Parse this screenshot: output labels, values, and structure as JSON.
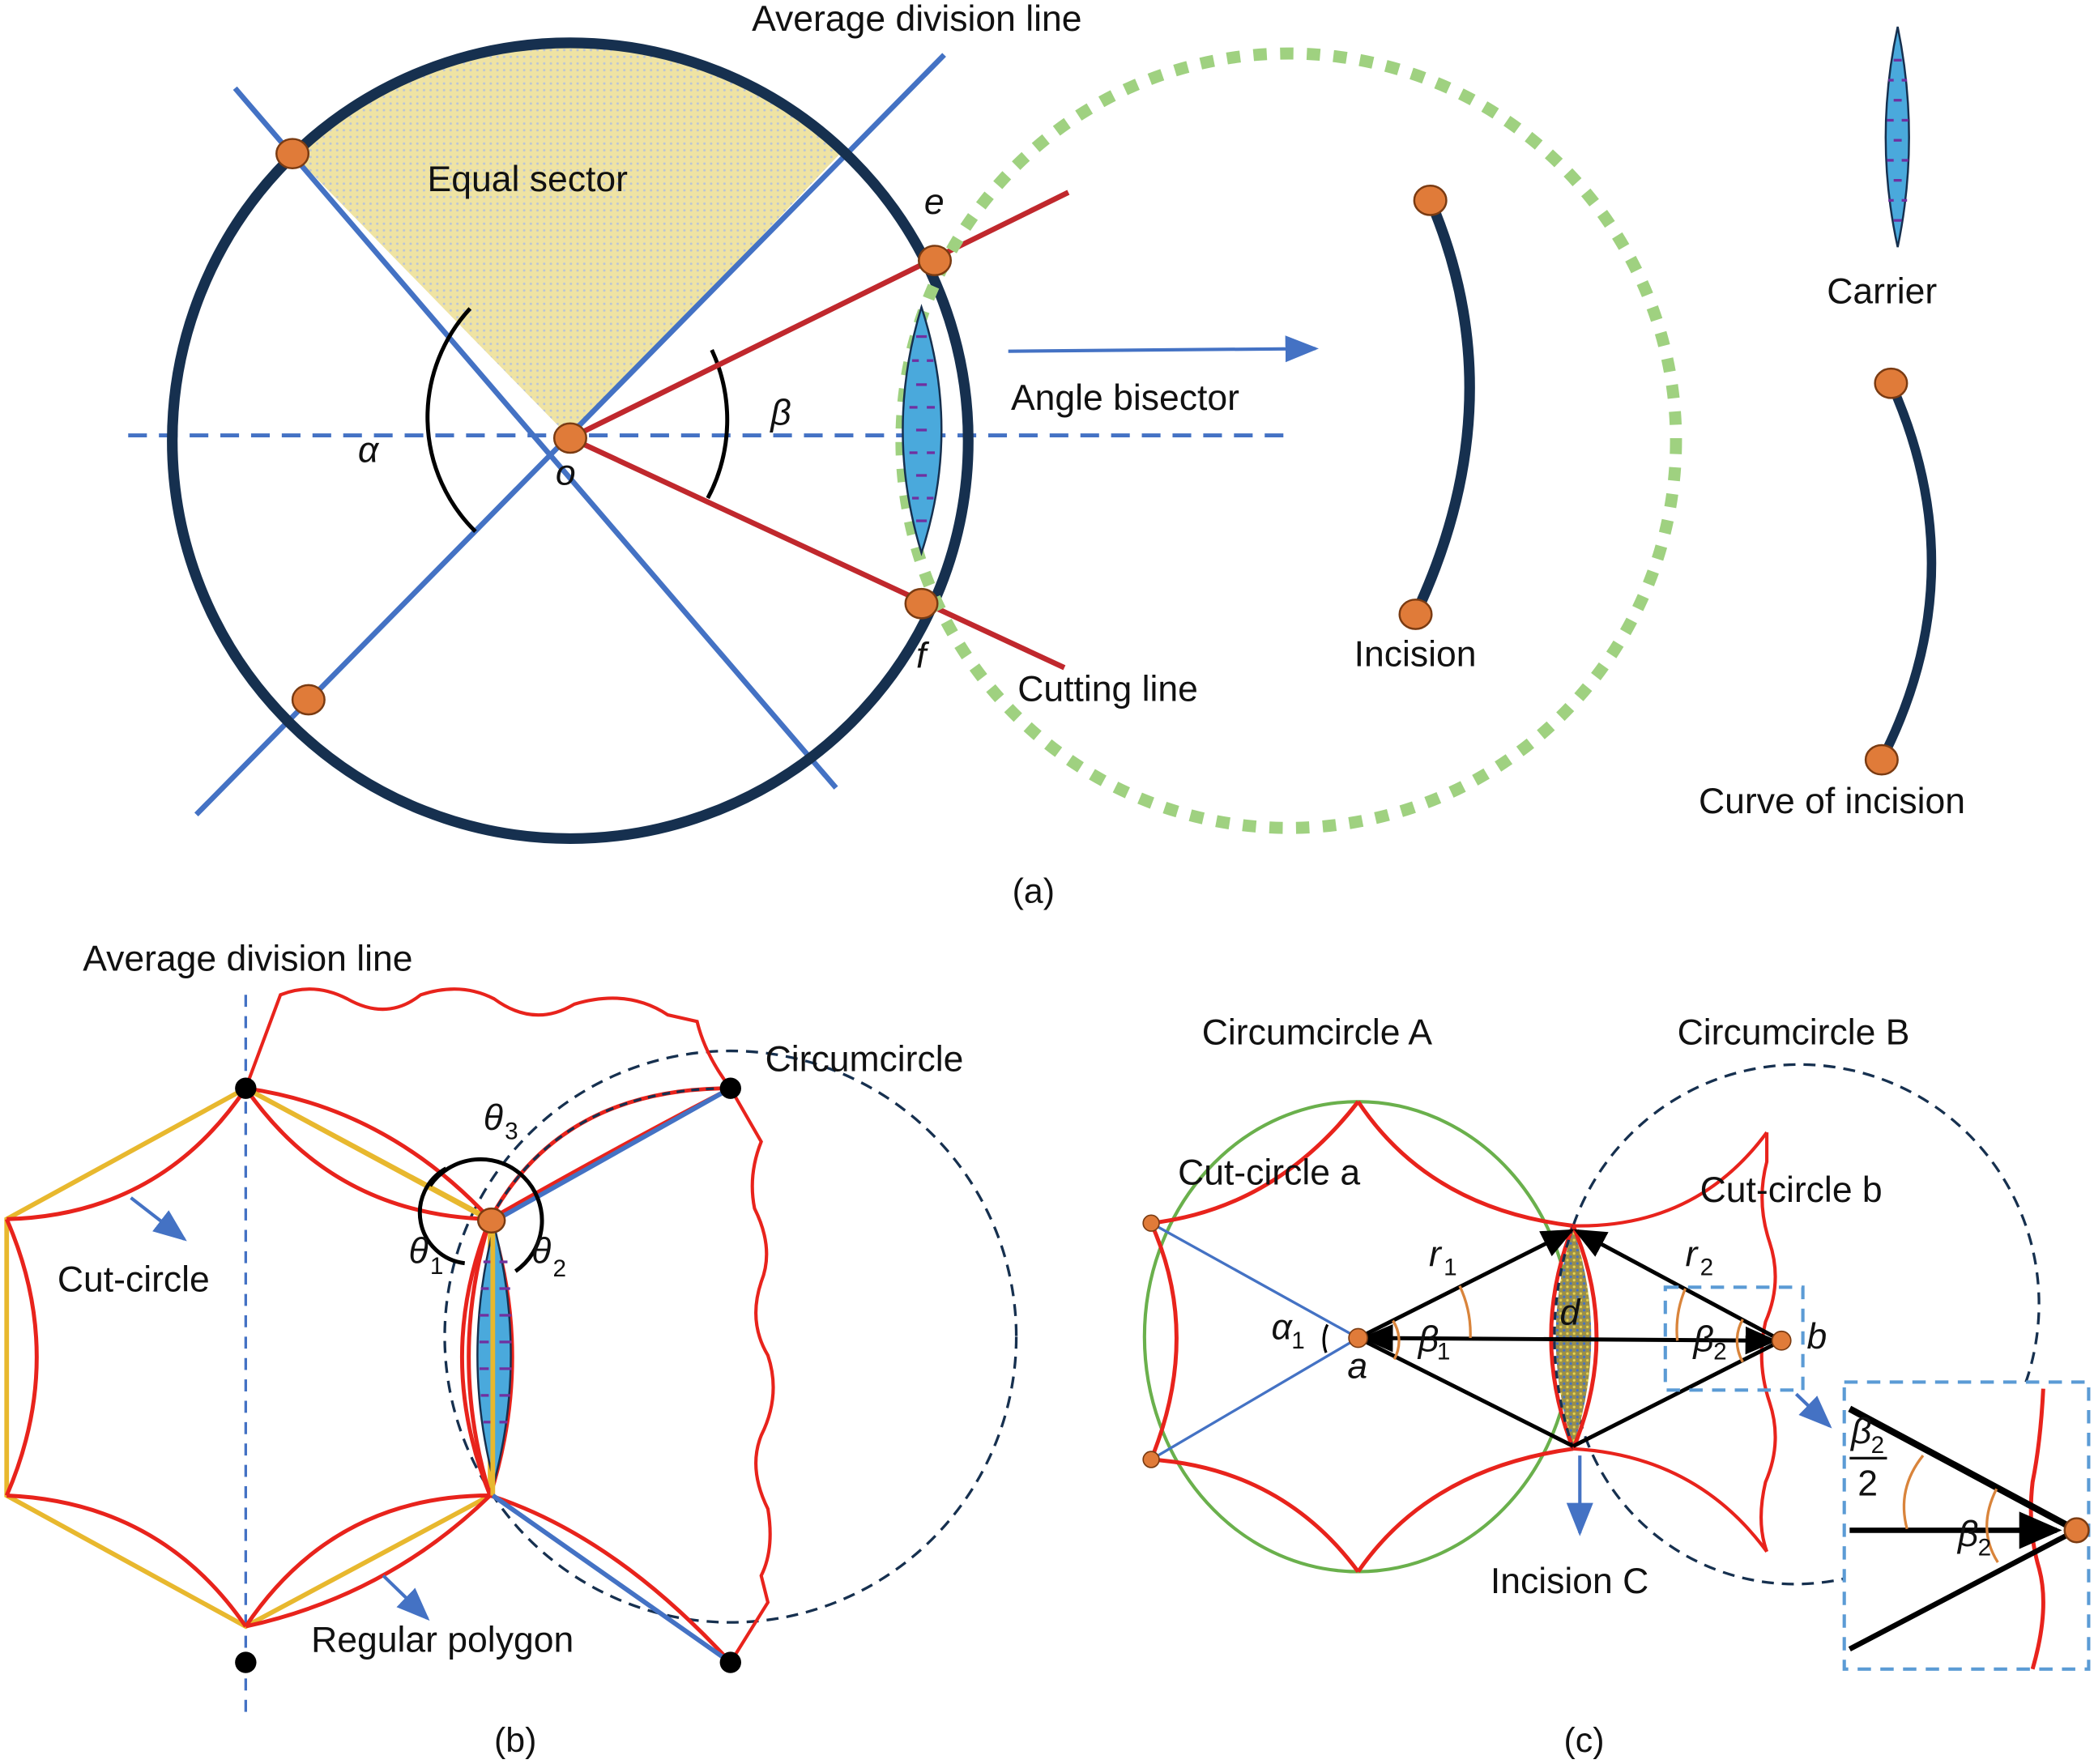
{
  "panel_a": {
    "caption": "(a)",
    "labels": {
      "average_division_line": "Average division line",
      "equal_sector": "Equal sector",
      "angle_bisector": "Angle bisector",
      "cutting_line": "Cutting line",
      "incision": "Incision",
      "carrier": "Carrier",
      "curve_of_incision": "Curve of incision"
    },
    "symbols": {
      "alpha": "α",
      "beta": "β",
      "o": "o",
      "e": "e",
      "f": "f"
    }
  },
  "panel_b": {
    "caption": "(b)",
    "labels": {
      "average_division_line": "Average division line",
      "circumcircle": "Circumcircle",
      "cut_circle": "Cut-circle",
      "regular_polygon": "Regular polygon"
    },
    "symbols": {
      "theta": "θ",
      "sub1": "1",
      "sub2": "2",
      "sub3": "3"
    }
  },
  "panel_c": {
    "caption": "(c)",
    "labels": {
      "circumcircle_a": "Circumcircle A",
      "circumcircle_b": "Circumcircle B",
      "cut_circle_a": "Cut-circle a",
      "cut_circle_b": "Cut-circle b",
      "incision_c": "Incision C"
    },
    "symbols": {
      "r": "r",
      "sub1": "1",
      "sub2": "2",
      "alpha": "α",
      "beta": "β",
      "a": "a",
      "b": "b",
      "d": "d",
      "half_denominator": "2"
    }
  },
  "colors": {
    "navy": "#16304f",
    "blue_line": "#4472c4",
    "red_line": "#c0282d",
    "bright_red": "#e8231c",
    "orange_dot": "#e07b39",
    "green_dotted": "#9fd180",
    "green_circle": "#6ab04c",
    "carrier_fill": "#4aa9dc",
    "carrier_dash": "#7030a0",
    "sector_fill": "#efe3a3",
    "yellow_polygon": "#e8b82e",
    "inset_dash": "#5b9bd5"
  }
}
